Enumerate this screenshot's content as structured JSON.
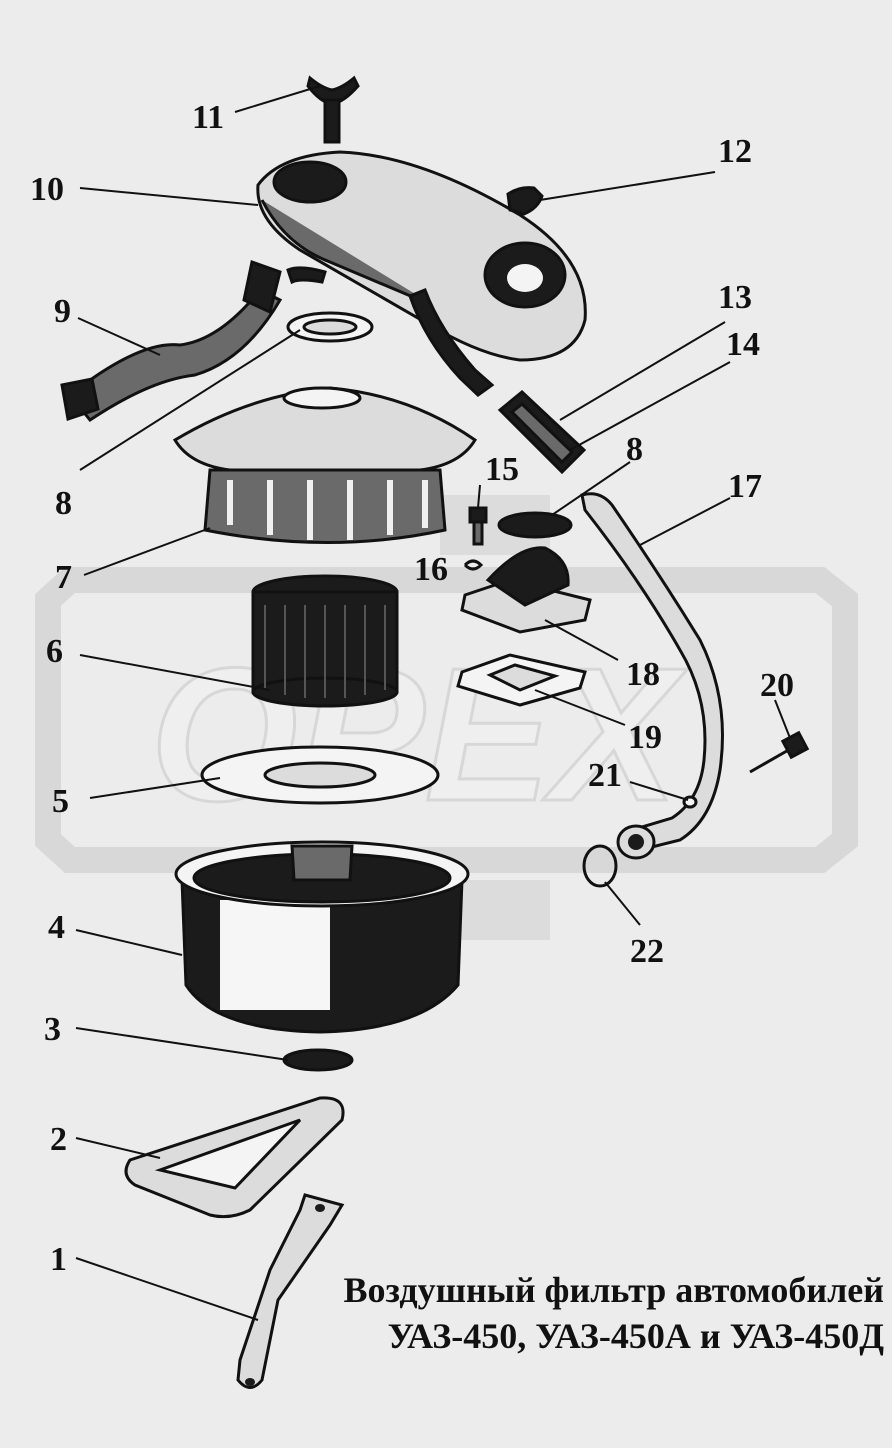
{
  "title": {
    "line1": "Воздушный фильтр автомобилей",
    "line2": "УАЗ-450, УАЗ-450А и УАЗ-450Д"
  },
  "watermark": {
    "text": "OPEX",
    "color": "#c8c8c8"
  },
  "callouts": [
    "1",
    "2",
    "3",
    "4",
    "5",
    "6",
    "7",
    "8",
    "8",
    "9",
    "10",
    "11",
    "12",
    "13",
    "14",
    "15",
    "16",
    "17",
    "18",
    "19",
    "20",
    "21",
    "22"
  ],
  "parts": [
    "bracket",
    "mounting-plate",
    "washer",
    "filter-housing",
    "gasket-ring",
    "filter-element",
    "filter-cover",
    "gasket",
    "intake-hose",
    "air-filter-cap",
    "wing-nut",
    "wing-nut",
    "hose",
    "clamp",
    "bolt",
    "lock-washer",
    "tube",
    "flange-fitting",
    "flange-gasket",
    "bolt",
    "washer",
    "seal-ring"
  ]
}
